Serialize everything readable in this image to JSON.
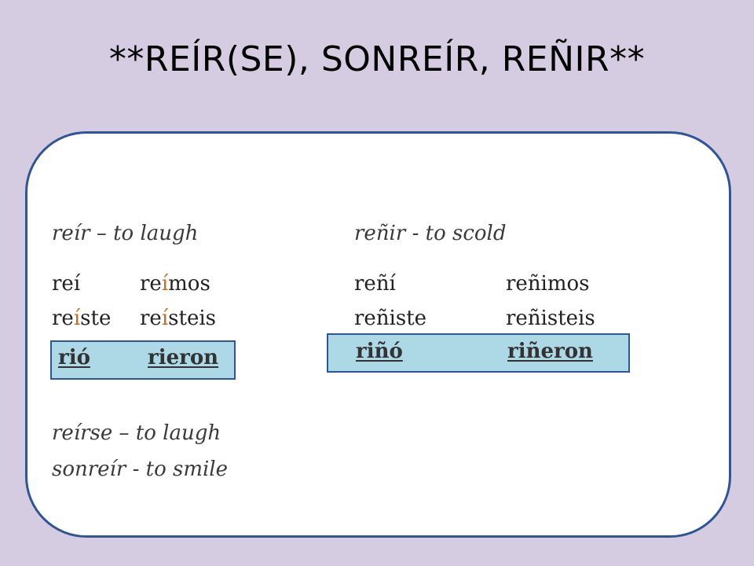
{
  "title": "**REÍR(SE), SONREÍR, REÑIR**",
  "reir": {
    "heading": "reír – to laugh",
    "forms": {
      "yo": "reí",
      "nosotros_prefix": "re",
      "nosotros_accent": "í",
      "nosotros_suffix": "mos",
      "tu_prefix": "re",
      "tu_accent": "í",
      "tu_suffix": "ste",
      "vosotros_prefix": "re",
      "vosotros_accent": "í",
      "vosotros_suffix": "steis",
      "el": "rió",
      "ellos": "rieron"
    }
  },
  "renir": {
    "heading": "reñir  - to scold",
    "forms": {
      "yo": "reñí",
      "nosotros": "reñimos",
      "tu": "reñiste",
      "vosotros": "reñisteis",
      "el": "riñó",
      "ellos": "riñeron"
    }
  },
  "notes": {
    "reirse": "reírse – to laugh",
    "sonreir": "sonreír  - to smile"
  },
  "colors": {
    "background": "#d6cce2",
    "panel_border": "#2f5597",
    "box_fill": "#add8e6",
    "accent_letter": "#c0701f"
  }
}
